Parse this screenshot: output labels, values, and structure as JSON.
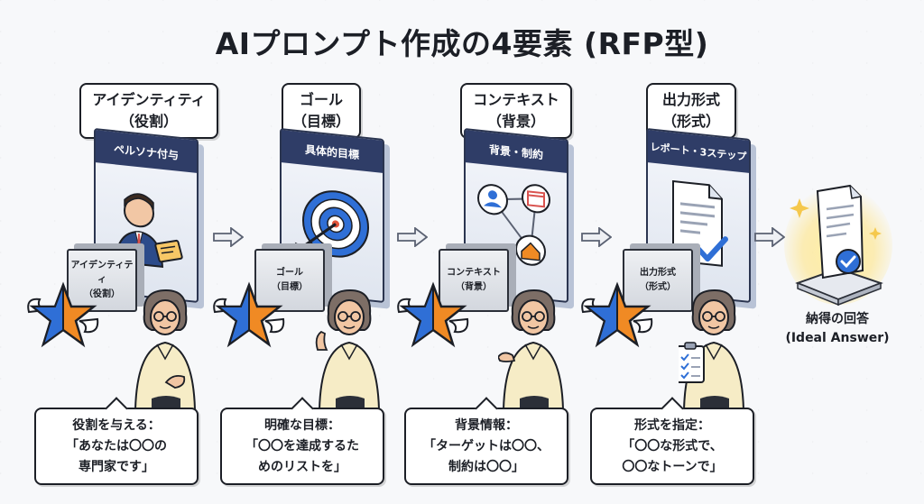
{
  "title": "AIプロンプト作成の4要素 (RFP型)",
  "steps": [
    {
      "label_line1": "アイデンティティ",
      "label_line2": "（役割）",
      "panel_header": "ペルソナ付与",
      "cube_line1": "アイデンティティ",
      "cube_line2": "（役割）",
      "callout_line1": "役割を与える：",
      "callout_line2": "「あなたは〇〇の",
      "callout_line3": "専門家です」",
      "icon": "persona-icon"
    },
    {
      "label_line1": "ゴール",
      "label_line2": "（目標）",
      "panel_header": "具体的目標",
      "cube_line1": "ゴール",
      "cube_line2": "（目標）",
      "callout_line1": "明確な目標：",
      "callout_line2": "「〇〇を達成するた",
      "callout_line3": "めのリストを」",
      "icon": "target-icon"
    },
    {
      "label_line1": "コンテキスト",
      "label_line2": "（背景）",
      "panel_header": "背景・制約",
      "cube_line1": "コンテキスト",
      "cube_line2": "（背景）",
      "callout_line1": "背景情報：",
      "callout_line2": "「ターゲットは〇〇、",
      "callout_line3": "制約は〇〇」",
      "icon": "network-icon"
    },
    {
      "label_line1": "出力形式",
      "label_line2": "（形式）",
      "panel_header": "レポート・3ステップ",
      "cube_line1": "出力形式",
      "cube_line2": "（形式）",
      "callout_line1": "形式を指定：",
      "callout_line2": "「〇〇な形式で、",
      "callout_line3": "〇〇なトーンで」",
      "icon": "document-check-icon"
    }
  ],
  "result": {
    "line1": "納得の回答",
    "line2": "(Ideal Answer)",
    "icon": "glowing-document-icon"
  },
  "colors": {
    "panel_header": "#2f3d67",
    "star_orange": "#f08a24",
    "star_blue": "#2f6fd6",
    "glow": "#ffe27a"
  }
}
